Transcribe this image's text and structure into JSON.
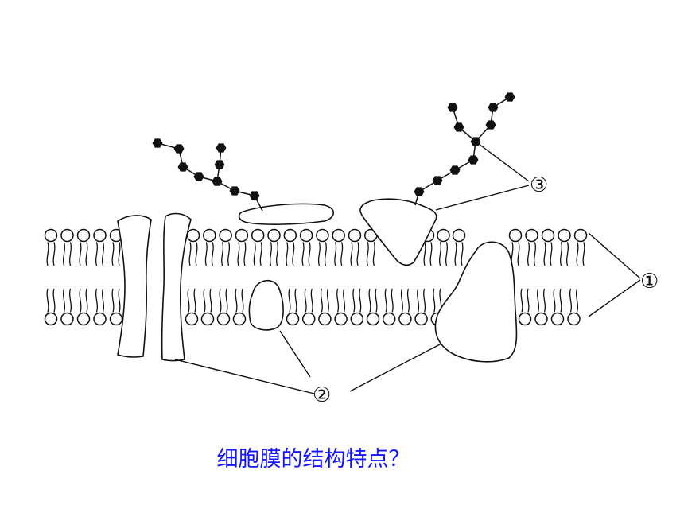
{
  "labels": {
    "lipid_bilayer": "①",
    "proteins": "②",
    "glycoprotein": "③"
  },
  "caption": "细胞膜的结构特点？",
  "colors": {
    "line": "#111111",
    "caption": "#1414ff",
    "background": "#ffffff"
  }
}
